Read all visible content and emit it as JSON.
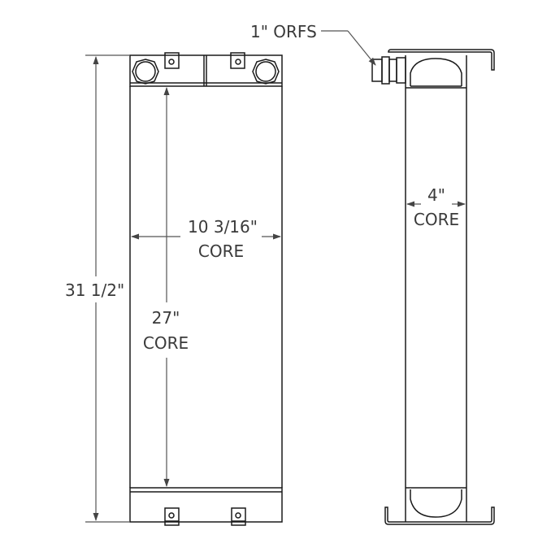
{
  "drawing": {
    "front_view": {
      "height_overall_label": "31 1/2\"",
      "width_core_value": "10 3/16\"",
      "width_core_suffix": "CORE",
      "height_core_value": "27\"",
      "height_core_suffix": "CORE"
    },
    "side_view": {
      "depth_core_value": "4\"",
      "depth_core_suffix": "CORE",
      "fitting_callout": "1\" ORFS"
    },
    "colors": {
      "line": "#1a1a1a",
      "dimension_line": "#555555",
      "text": "#3a3a3a"
    }
  }
}
